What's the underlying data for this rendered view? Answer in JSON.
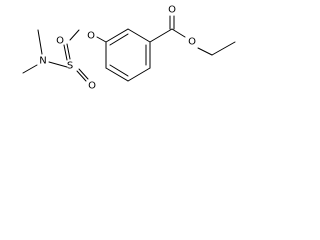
{
  "molecule": {
    "atoms": {
      "nitrogen": "N",
      "sulfur": "S",
      "ester_oxygen_left": "O",
      "sulfonyl_oxygen_top": "O",
      "sulfonyl_oxygen_right": "O",
      "carbonyl_oxygen": "O",
      "ester_oxygen_right": "O"
    }
  }
}
